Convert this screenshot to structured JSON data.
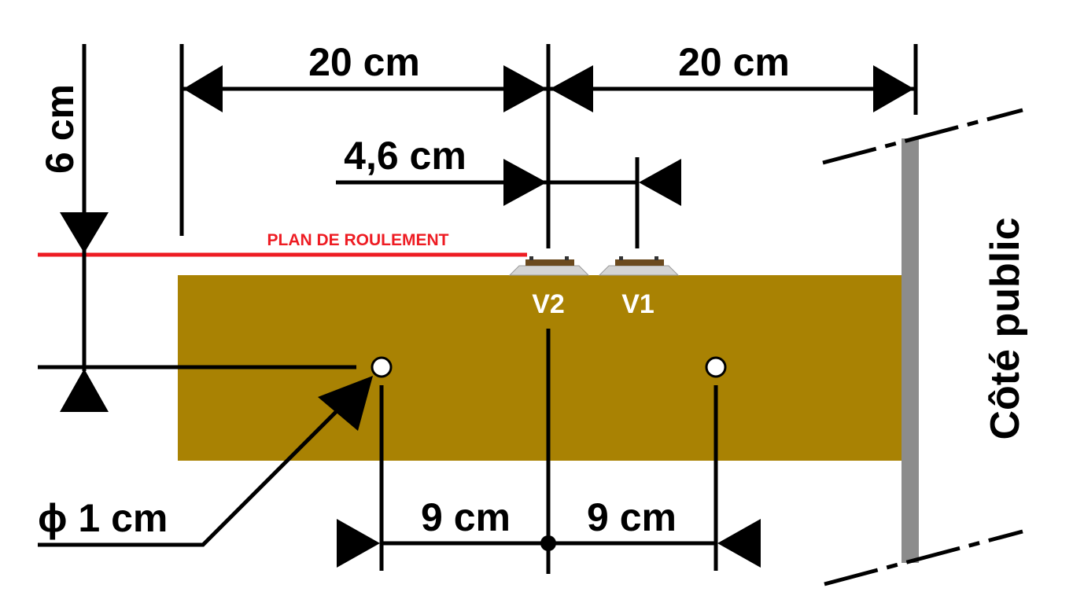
{
  "labels": {
    "width_left": "20 cm",
    "width_right": "20 cm",
    "track_offset": "4,6 cm",
    "height": "6 cm",
    "hole_diameter": "ϕ 1 cm",
    "hole_left": "9 cm",
    "hole_right": "9 cm",
    "rail_plane": "PLAN DE ROULEMENT",
    "track_2": "V2",
    "track_1": "V1",
    "public_side": "Côté public"
  },
  "colors": {
    "board": "#a98203",
    "rail_plane_line": "#ee1c23",
    "rail_plane_text": "#ee1c23",
    "fascia": "#8c8c8c",
    "ballast": "#d4d4d4",
    "sleeper": "#6b4a1e"
  }
}
